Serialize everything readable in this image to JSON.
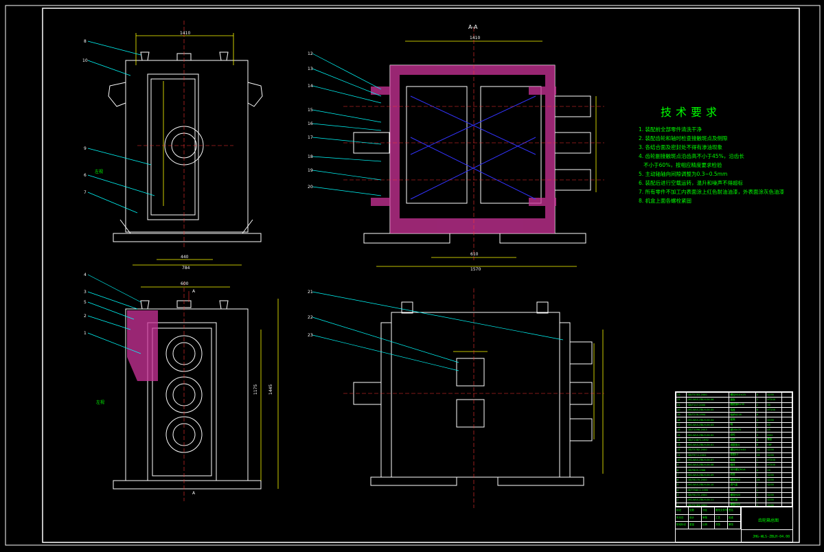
{
  "drawing": {
    "section_label": "A-A",
    "dims": {
      "top_left_width": "1410",
      "top_left_inner": "440",
      "top_left_base": "784",
      "section_top": "1410",
      "section_bottom": "1570",
      "section_inner": "610",
      "bottom_left_width": "600",
      "bottom_left_height": "1445",
      "bottom_left_inner": "1175"
    },
    "view_marks": {
      "a_top": "A",
      "a_bottom": "A",
      "left_side_1": "左视",
      "left_side_2": "左视"
    },
    "part_numbers_left_top": [
      "8",
      "10",
      "9",
      "6",
      "7"
    ],
    "part_numbers_section": [
      "12",
      "13",
      "14",
      "15",
      "16",
      "17",
      "18",
      "19",
      "20"
    ],
    "part_numbers_left_bottom": [
      "4",
      "3",
      "5",
      "2",
      "1"
    ],
    "part_numbers_front": [
      "21",
      "22",
      "23"
    ]
  },
  "tech_requirements": {
    "title": "技术要求",
    "items": [
      "1. 装配前全部零件清洗干净",
      "2. 装配齿轮和轴时检查接触斑点及侧隙",
      "3. 各结合面及密封处不得有渗油现象",
      "4. 齿轮副接触斑点沿齿高不小于45%，沿齿长",
      "   不小于60%，按相应精度要求检验",
      "5. 主动轴轴向间隙调整为0.3~0.5mm",
      "6. 装配后进行空载运转，温升和噪声不得超标",
      "7. 所有零件不加工内表面涂上红色耐油油漆，外表面涂灰色油漆",
      "8. 机盒上面各螺栓紧固"
    ]
  },
  "title_block": {
    "drawing_name": "齿轮箱总图",
    "drawing_number": "JHG-WLS-ZBLH-04.00",
    "labels": [
      "标记",
      "处数",
      "分区",
      "更改文件号",
      "签名",
      "年月日",
      "设计",
      "审核",
      "工艺",
      "批准",
      "阶段标记",
      "重量",
      "比例",
      "共张",
      "第张"
    ]
  },
  "bom": {
    "headers": [
      "序号",
      "代号",
      "名称",
      "数量",
      "材料",
      "备注"
    ],
    "rows": [
      [
        "23",
        "GB/T5783-2000",
        "螺栓M10×25",
        "4",
        "Q235",
        ""
      ],
      [
        "22",
        "JHG-WLS-ZBLH-04.06",
        "盖板",
        "2",
        "HT200",
        ""
      ],
      [
        "21",
        "GB/T117-2000",
        "圆锥销8×35",
        "2",
        "35",
        ""
      ],
      [
        "20",
        "JHG-WLS-ZBLH-04.05",
        "端盖",
        "6",
        "HT150",
        ""
      ],
      [
        "19",
        "GB/T276-1994",
        "轴承6216",
        "6",
        "",
        ""
      ],
      [
        "18",
        "JHG-WLS-ZBLH-04.04",
        "套筒",
        "3",
        "Q235",
        ""
      ],
      [
        "17",
        "JHG-WLS-ZBLH-04.03",
        "轴",
        "1",
        "45",
        ""
      ],
      [
        "16",
        "GB/T1096-2003",
        "键16×70",
        "3",
        "45",
        ""
      ],
      [
        "15",
        "JHG-WLS-ZBLH-04.02",
        "齿轮",
        "3",
        "40Cr",
        ""
      ],
      [
        "14",
        "GB/T13871-1992",
        "油封",
        "6",
        "橡胶",
        ""
      ],
      [
        "13",
        "JHG-WLS-ZBLH-04.01",
        "调整垫片",
        "6",
        "08F",
        ""
      ],
      [
        "12",
        "GB/T5782-2000",
        "螺栓M12×40",
        "24",
        "Q235",
        ""
      ],
      [
        "11",
        "GB/T97.1-2002",
        "垫圈12",
        "24",
        "Q235",
        ""
      ],
      [
        "10",
        "JHG-WLS-ZBLH-04.07",
        "箱盖",
        "1",
        "HT200",
        ""
      ],
      [
        "9",
        "JHG-WLS-ZBLH-04.08",
        "箱体",
        "1",
        "HT200",
        ""
      ],
      [
        "8",
        "GB/T825-1988",
        "吊环螺钉M16",
        "4",
        "20",
        ""
      ],
      [
        "7",
        "JHG-WLS-ZBLH-04.09",
        "底座",
        "1",
        "Q235",
        ""
      ],
      [
        "6",
        "GB/T6170-2000",
        "螺母M12",
        "24",
        "Q235",
        ""
      ],
      [
        "5",
        "JHG-WLS-ZBLH-04.10",
        "透气塞",
        "1",
        "Q235",
        ""
      ],
      [
        "4",
        "JB/T7940.1-1995",
        "油标",
        "1",
        "",
        ""
      ],
      [
        "3",
        "GB/T6172-2000",
        "螺母M20",
        "1",
        "Q235",
        ""
      ],
      [
        "2",
        "JHG-WLS-ZBLH-04.11",
        "视孔盖",
        "1",
        "Q235",
        ""
      ],
      [
        "1",
        "GB/T5783-2000",
        "螺塞M20",
        "1",
        "Q235",
        ""
      ]
    ]
  }
}
